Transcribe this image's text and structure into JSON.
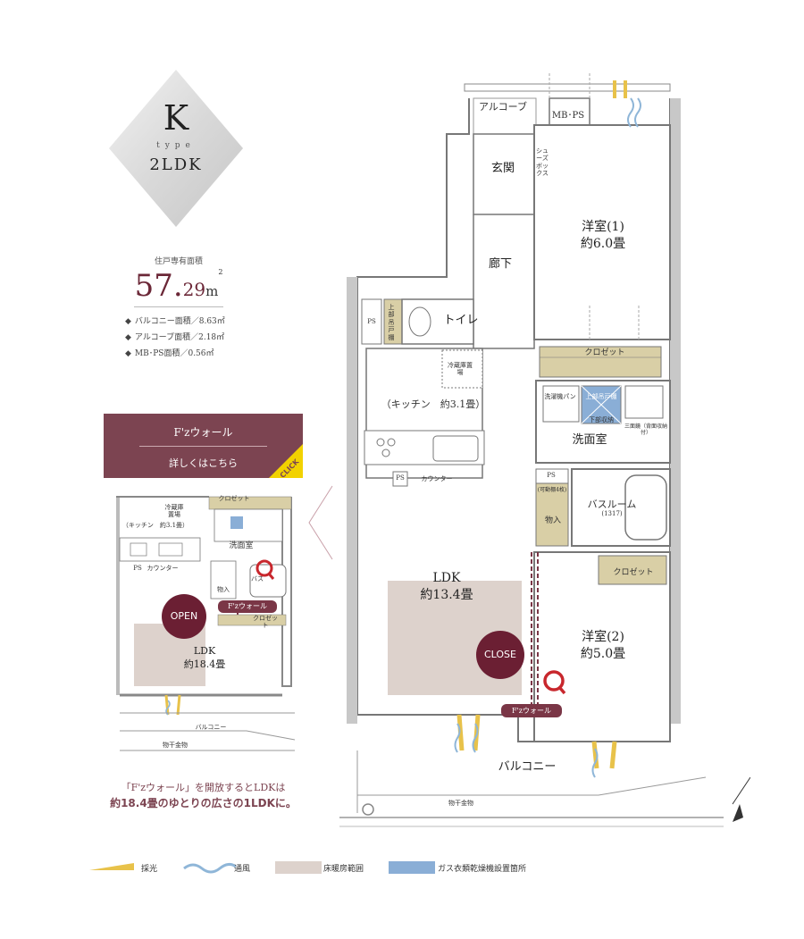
{
  "type_badge": {
    "letter": "K",
    "sub": "type",
    "layout": "2LDK"
  },
  "area": {
    "label": "住戸専有面積",
    "int": "57.",
    "dec": "29",
    "unit": "m",
    "sq": "2"
  },
  "specs": [
    {
      "bullet": "◆",
      "text": "バルコニー面積／8.63㎡"
    },
    {
      "bullet": "◆",
      "text": "アルコーブ面積／2.18㎡"
    },
    {
      "bullet": "◆",
      "text": "MB･PS面積／0.56㎡"
    }
  ],
  "fz_box": {
    "title": "F'zウォール",
    "sub": "詳しくはこちら",
    "click": "CLICK"
  },
  "mini_plan": {
    "closet": "クロゼット",
    "fridge": "冷蔵庫\n置場",
    "kitchen": "（キッチン　約3.1畳）",
    "washroom": "洗面室",
    "counter": "カウンター",
    "ps": "PS",
    "bath": "バス",
    "storage": "物入",
    "open": "OPEN",
    "fz_tag": "F'zウォール",
    "closet2": "クロゼット",
    "ldk": "LDK",
    "ldk_size": "約18.4畳",
    "balcony": "バルコニー",
    "rail": "物干金物"
  },
  "caption": {
    "line1": "「F'zウォール」を開放するとLDKは",
    "line2": "約18.4畳のゆとりの広さの1LDKに。"
  },
  "plan": {
    "alcove": "アルコーブ",
    "mbps": "MB･PS",
    "entrance": "玄関",
    "shoebox": "シューズボックス",
    "room1": "洋室(1)",
    "room1_size": "約6.0畳",
    "hallway": "廊下",
    "ps_top": "PS",
    "upper_cabinet": "上部吊戸棚",
    "toilet": "トイレ",
    "fridge": "冷蔵庫置場",
    "closet_top": "クロゼット",
    "kitchen": "（キッチン　約3.1畳）",
    "washer_pan": "洗濯機パン",
    "upper_cabinet2": "上部吊戸棚",
    "lower_storage": "下部収納",
    "mirror": "三面鏡（背面収納付）",
    "washroom": "洗面室",
    "ps_kitchen": "PS",
    "counter": "カウンター",
    "ps_bath": "PS",
    "shelf": "(可動棚4枚)",
    "storage": "物入",
    "bathroom": "バスルーム",
    "bath_size": "(1317)",
    "closet_room2": "クロゼット",
    "ldk": "LDK",
    "ldk_size": "約13.4畳",
    "close": "CLOSE",
    "room2": "洋室(2)",
    "room2_size": "約5.0畳",
    "fz_tag": "F'zウォール",
    "balcony": "バルコニー",
    "rail": "物干金物"
  },
  "legend": [
    {
      "label": "採光",
      "color": "#e8c24a"
    },
    {
      "label": "通風",
      "color": "#8fb6d8"
    },
    {
      "label": "床暖房範囲",
      "color": "#ddd2cc"
    },
    {
      "label": "ガス衣類乾燥機設置箇所",
      "color": "#8aaed6"
    }
  ],
  "colors": {
    "accent": "#7c4451",
    "circle": "#6b1f33",
    "floor_heat": "#ddd2cc",
    "dryer": "#8aaed6",
    "light": "#e8c24a",
    "wind": "#8fb6d8",
    "closet": "#d9cfa6"
  }
}
